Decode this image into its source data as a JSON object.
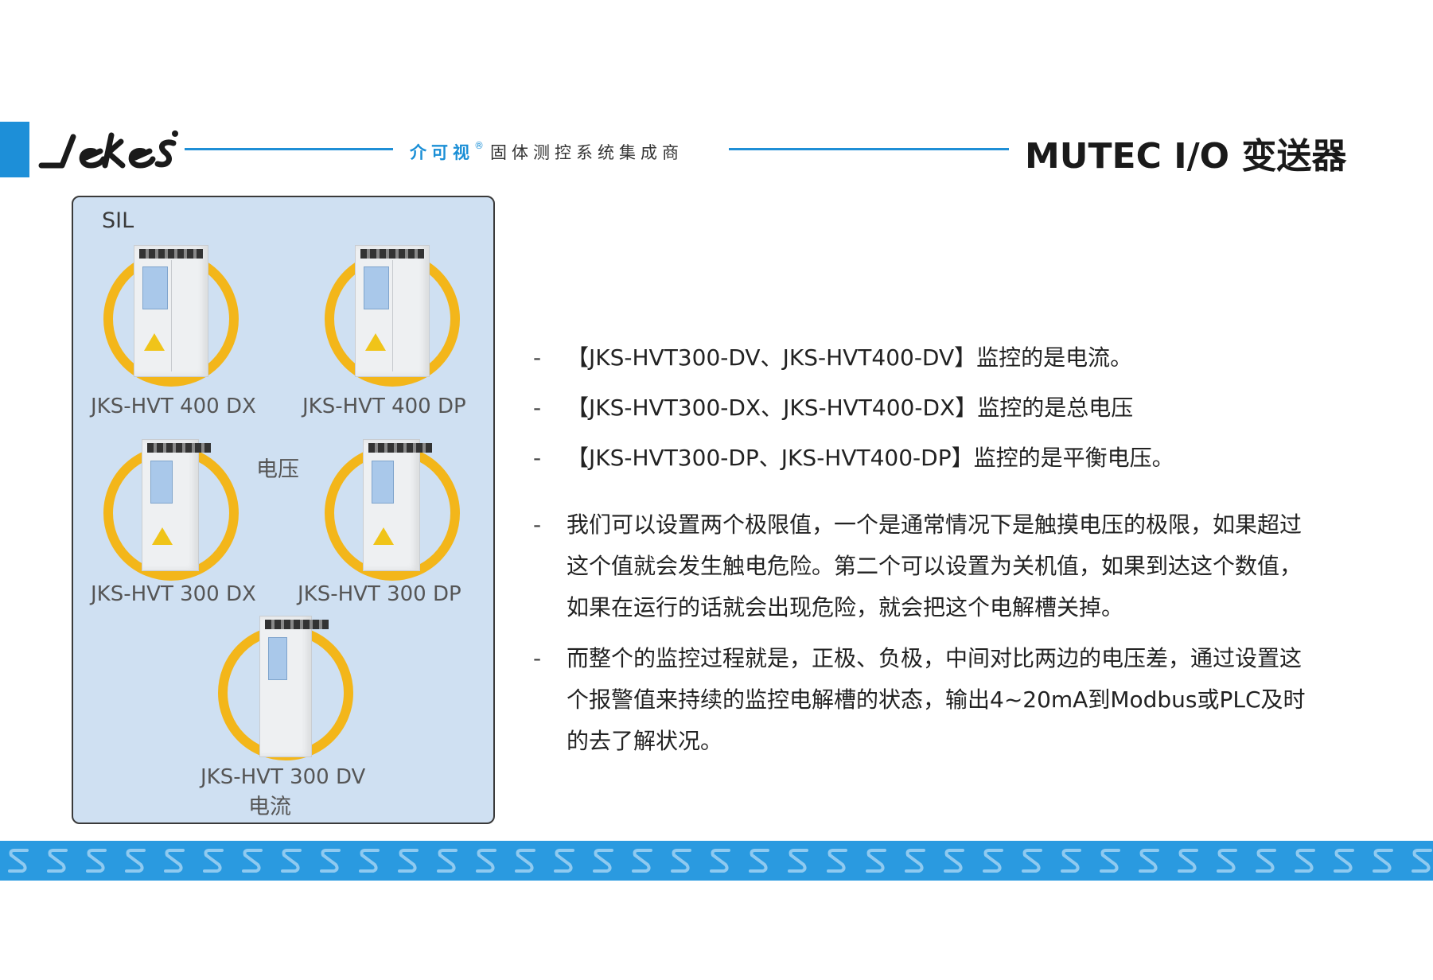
{
  "header": {
    "brand_cn": "介可视",
    "registered_mark": "®",
    "tagline_rest": "固体测控系统集成商",
    "title": "MUTEC I/O 变送器"
  },
  "panel": {
    "sil_label": "SIL",
    "voltage_label": "电压",
    "current_label": "电流",
    "products": [
      {
        "name": "JKS-HVT 400 DX"
      },
      {
        "name": "JKS-HVT 400 DP"
      },
      {
        "name": "JKS-HVT 300 DX"
      },
      {
        "name": "JKS-HVT 300 DP"
      },
      {
        "name": "JKS-HVT 300 DV"
      }
    ]
  },
  "bullets": [
    {
      "dash": "-",
      "text": "【JKS-HVT300-DV、JKS-HVT400-DV】监控的是电流。"
    },
    {
      "dash": "-",
      "text": "【JKS-HVT300-DX、JKS-HVT400-DX】监控的是总电压"
    },
    {
      "dash": "-",
      "text": "【JKS-HVT300-DP、JKS-HVT400-DP】监控的是平衡电压。"
    },
    {
      "dash": "-",
      "text": "我们可以设置两个极限值，一个是通常情况下是触摸电压的极限，如果超过这个值就会发生触电危险。第二个可以设置为关机值，如果到达这个数值，如果在运行的话就会出现危险，就会把这个电解槽关掉。"
    },
    {
      "dash": "-",
      "text": "而整个的监控过程就是，正极、负极，中间对比两边的电压差，通过设置这个报警值来持续的监控电解槽的状态，输出4~20mA到Modbus或PLC及时的去了解状况。"
    }
  ],
  "colors": {
    "accent_blue": "#1d8fd8",
    "ring_yellow": "#f3b61a",
    "panel_bg": "#cfe0f2"
  }
}
